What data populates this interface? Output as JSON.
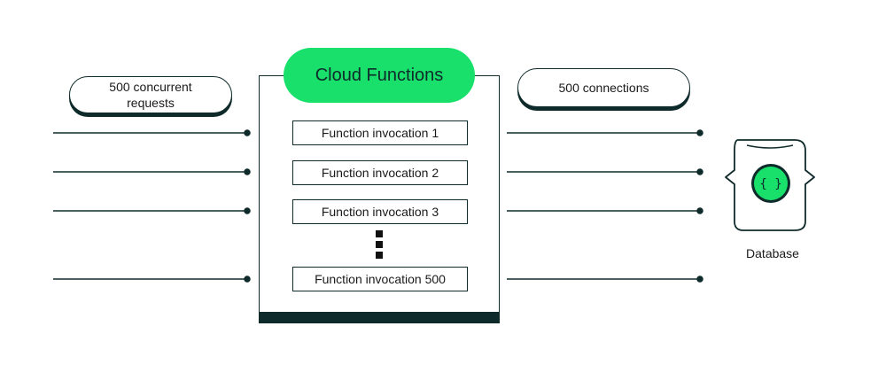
{
  "header": {
    "title": "Cloud Functions"
  },
  "left_pill": {
    "label": "500 concurrent requests"
  },
  "right_pill": {
    "label": "500 connections"
  },
  "invocations": [
    {
      "label": "Function invocation 1"
    },
    {
      "label": "Function invocation 2"
    },
    {
      "label": "Function invocation 3"
    },
    {
      "label": "Function invocation 500"
    }
  ],
  "database": {
    "label": "Database",
    "icon": "curly-braces-icon"
  },
  "colors": {
    "accent": "#18e06b",
    "dark": "#0f2a2a"
  }
}
